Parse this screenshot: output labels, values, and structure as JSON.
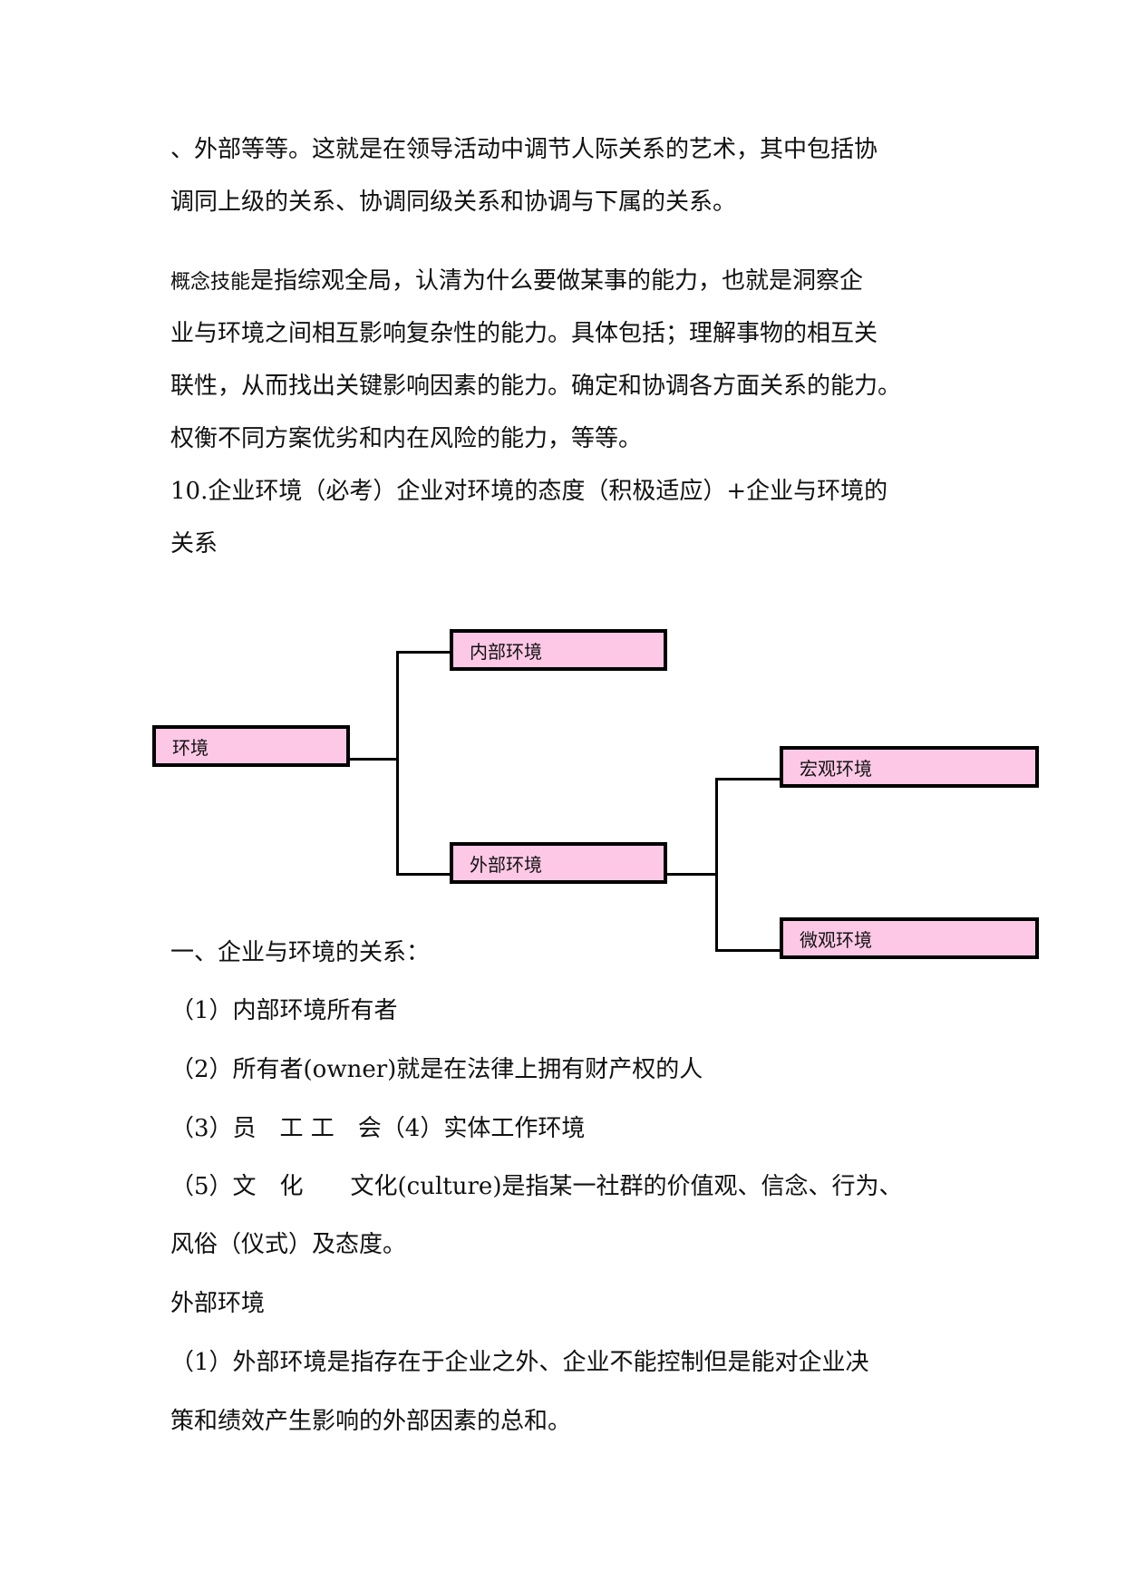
{
  "paragraph1": [
    "、外部等等。这就是在领导活动中调节人际关系的艺术，其中包括协",
    "调同上级的关系、协调同级关系和协调与下属的关系。"
  ],
  "paragraph2": {
    "term": "概念技能",
    "lines": [
      "是指综观全局，认清为什么要做某事的能力，也就是洞察企",
      "业与环境之间相互影响复杂性的能力。具体包括；理解事物的相互关",
      "联性，从而找出关键影响因素的能力。确定和协调各方面关系的能力。",
      "权衡不同方案优劣和内在风险的能力，等等。"
    ]
  },
  "heading10": [
    "10.企业环境（必考）企业对环境的态度（积极适应）+企业与环境的",
    "关系"
  ],
  "diagram": {
    "root": "环境",
    "internal": "内部环境",
    "external": "外部环境",
    "macro": "宏观环境",
    "micro": "微观环境"
  },
  "section1": {
    "title": "一、企业与环境的关系：",
    "items": [
      "（1）内部环境所有者",
      "（2）所有者(owner)就是在法律上拥有财产权的人",
      "（3）员　工 工　会（4）实体工作环境",
      "（5）文　化　　文化(culture)是指某一社群的价值观、信念、行为、",
      "风俗（仪式）及态度。"
    ]
  },
  "section2": {
    "title": "外部环境",
    "lines": [
      "（1）外部环境是指存在于企业之外、企业不能控制但是能对企业决",
      "策和绩效产生影响的外部因素的总和。"
    ]
  }
}
